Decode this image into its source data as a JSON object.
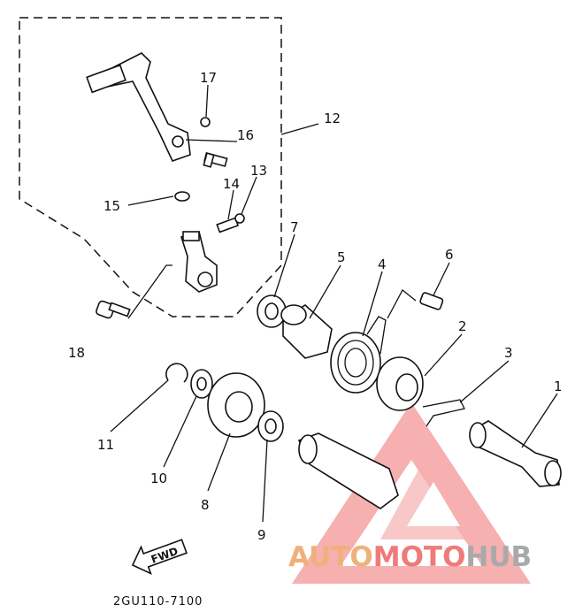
{
  "parts": [
    {
      "id": "1",
      "label": "1"
    },
    {
      "id": "2",
      "label": "2"
    },
    {
      "id": "3",
      "label": "3"
    },
    {
      "id": "4",
      "label": "4"
    },
    {
      "id": "5",
      "label": "5"
    },
    {
      "id": "6",
      "label": "6"
    },
    {
      "id": "7",
      "label": "7"
    },
    {
      "id": "8",
      "label": "8"
    },
    {
      "id": "9",
      "label": "9"
    },
    {
      "id": "10",
      "label": "10"
    },
    {
      "id": "11",
      "label": "11"
    },
    {
      "id": "12",
      "label": "12"
    },
    {
      "id": "13",
      "label": "13"
    },
    {
      "id": "14",
      "label": "14"
    },
    {
      "id": "15",
      "label": "15"
    },
    {
      "id": "16",
      "label": "16"
    },
    {
      "id": "17",
      "label": "17"
    },
    {
      "id": "18",
      "label": "18"
    }
  ],
  "direction_arrow": "FWD",
  "figure_code": "2GU110-7100",
  "watermark": {
    "parts": [
      "AUTO",
      "MOTO",
      "HUB"
    ],
    "colors": {
      "auto": "#f0b07a",
      "moto": "#f07a7a",
      "hub": "#a9a9a9",
      "triangle": "#f07070"
    }
  }
}
